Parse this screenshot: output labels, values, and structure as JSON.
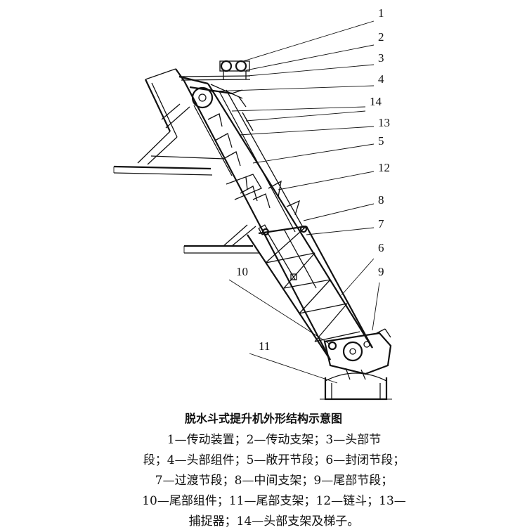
{
  "labels": [
    {
      "id": "1",
      "text": "1"
    },
    {
      "id": "2",
      "text": "2"
    },
    {
      "id": "3",
      "text": "3"
    },
    {
      "id": "4",
      "text": "4"
    },
    {
      "id": "14",
      "text": "14"
    },
    {
      "id": "13",
      "text": "13"
    },
    {
      "id": "5",
      "text": "5"
    },
    {
      "id": "12",
      "text": "12"
    },
    {
      "id": "8",
      "text": "8"
    },
    {
      "id": "7",
      "text": "7"
    },
    {
      "id": "6",
      "text": "6"
    },
    {
      "id": "9",
      "text": "9"
    },
    {
      "id": "10",
      "text": "10"
    },
    {
      "id": "11",
      "text": "11"
    }
  ],
  "caption": "脱水斗式提升机外形结构示意图",
  "legend_lines": [
    "1—传动装置；2—传动支架；3—头部节",
    "段；4—头部组件；5—敞开节段；6—封闭节段；",
    "7—过渡节段；8—中间支架；9—尾部节段；",
    "10—尾部组件；11—尾部支架；12—链斗；13—",
    "捕捉器；14—头部支架及梯子。"
  ]
}
